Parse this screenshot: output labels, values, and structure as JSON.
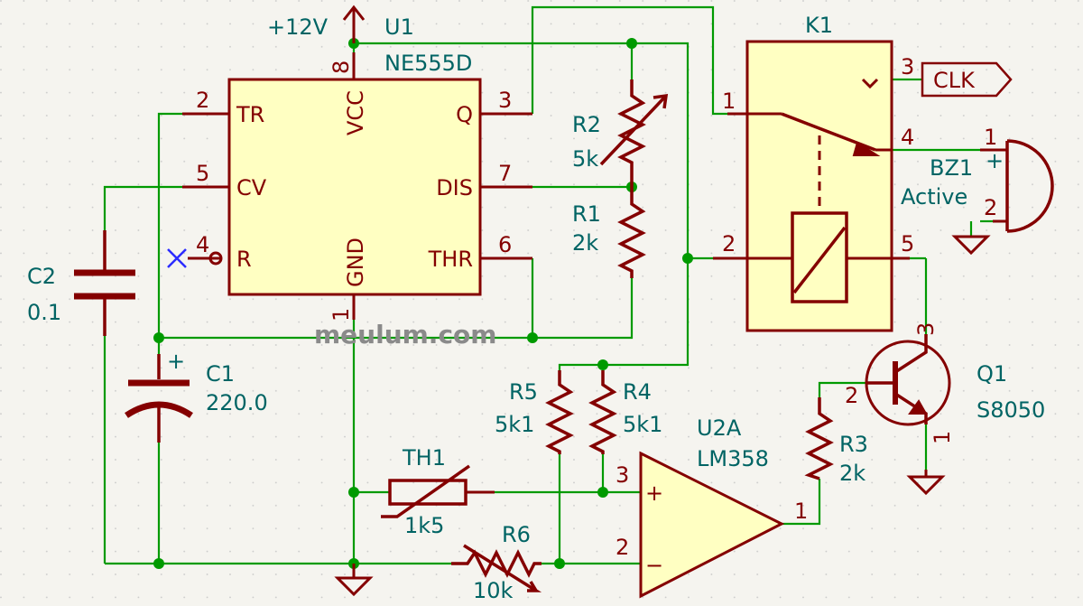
{
  "watermark": "meulum.com",
  "power": {
    "vcc": "+12V"
  },
  "u1": {
    "ref": "U1",
    "value": "NE555D",
    "pins": {
      "tr": "TR",
      "cv": "CV",
      "r": "R",
      "vcc": "VCC",
      "gnd": "GND",
      "q": "Q",
      "dis": "DIS",
      "thr": "THR"
    },
    "pin_numbers": {
      "tr": "2",
      "cv": "5",
      "r": "4",
      "vcc": "8",
      "gnd": "1",
      "q": "3",
      "dis": "7",
      "thr": "6"
    }
  },
  "k1": {
    "ref": "K1",
    "pins": {
      "p1": "1",
      "p2": "2",
      "p3": "3",
      "p4": "4",
      "p5": "5"
    }
  },
  "clk_label": "CLK",
  "bz1": {
    "ref": "BZ1",
    "value": "Active",
    "plus": "+",
    "p1": "1",
    "p2": "2"
  },
  "c2": {
    "ref": "C2",
    "value": "0.1"
  },
  "c1": {
    "ref": "C1",
    "value": "220.0",
    "plus": "+"
  },
  "r1": {
    "ref": "R1",
    "value": "2k"
  },
  "r2": {
    "ref": "R2",
    "value": "5k"
  },
  "r3": {
    "ref": "R3",
    "value": "2k"
  },
  "r4": {
    "ref": "R4",
    "value": "5k1"
  },
  "r5": {
    "ref": "R5",
    "value": "5k1"
  },
  "r6": {
    "ref": "R6",
    "value": "10k"
  },
  "th1": {
    "ref": "TH1",
    "value": "1k5"
  },
  "u2a": {
    "ref": "U2A",
    "value": "LM358",
    "plus": "+",
    "minus": "−",
    "p1": "1",
    "p2": "2",
    "p3": "3"
  },
  "q1": {
    "ref": "Q1",
    "value": "S8050",
    "p1": "1",
    "p2": "2",
    "p3": "3"
  }
}
